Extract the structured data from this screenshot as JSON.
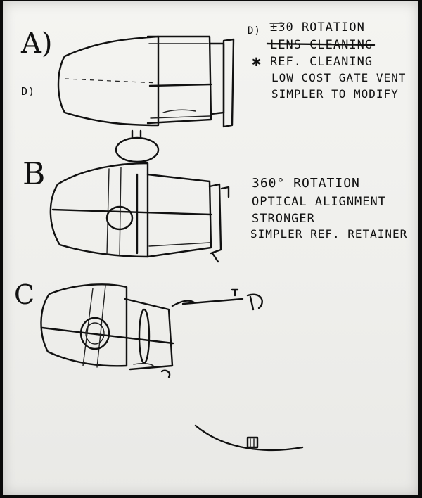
{
  "labels": {
    "a": "A)",
    "b": "B",
    "c": "C",
    "a_left_marker": "D)",
    "notes_marker": "D)"
  },
  "notes_a": [
    {
      "text": "±30 ROTATION",
      "struck": false
    },
    {
      "text": "LENS CLEANING",
      "struck": true
    },
    {
      "text": "REF. CLEANING",
      "struck": false,
      "bullet": "✱"
    },
    {
      "text": "LOW COST GATE VENT",
      "struck": false
    },
    {
      "text": "SIMPLER TO MODIFY",
      "struck": false
    }
  ],
  "notes_b": [
    "360° ROTATION",
    "OPTICAL ALIGNMENT",
    "STRONGER",
    "SIMPLER REF. RETAINER"
  ],
  "colors": {
    "ink": "#111111",
    "paper": "#f1f1ee",
    "frame": "#0a0a0a"
  }
}
